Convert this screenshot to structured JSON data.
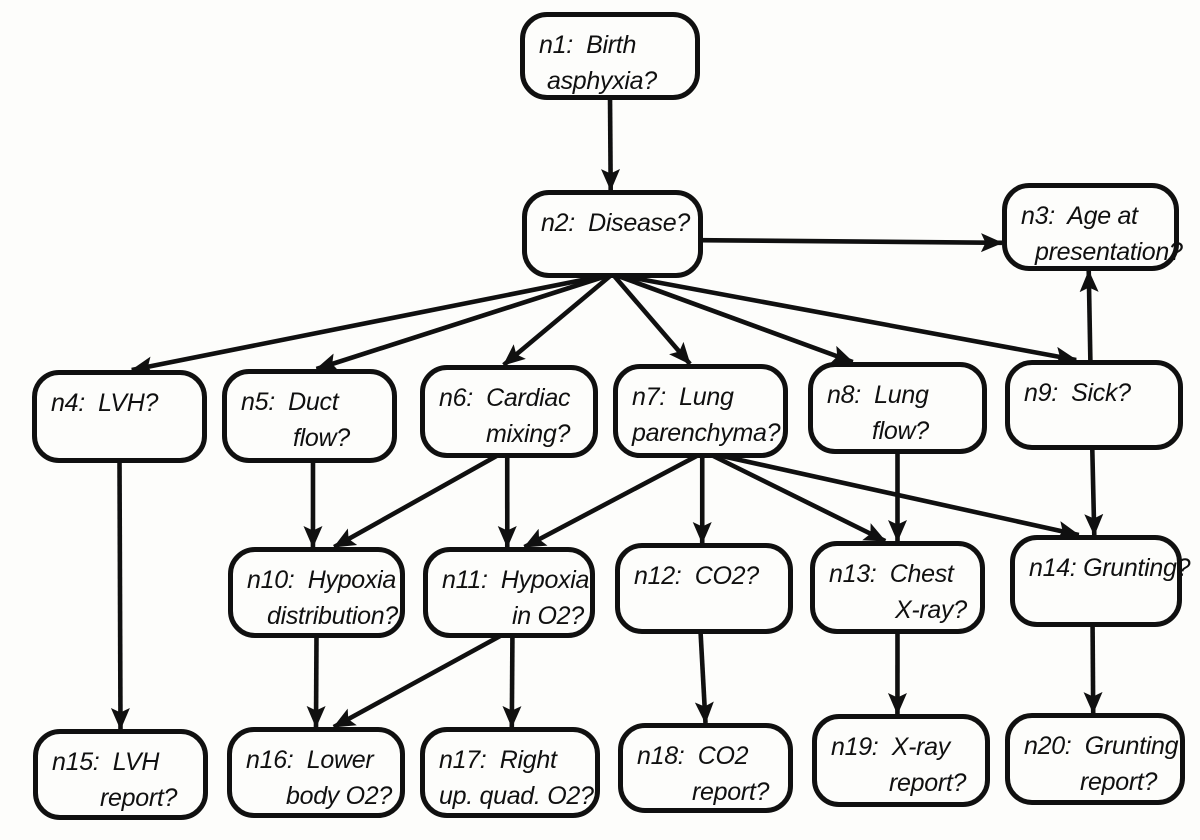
{
  "diagram": {
    "type": "directed-graph",
    "colors": {
      "ink": "#101010",
      "background": "#fdfdfb"
    },
    "nodes": [
      {
        "id": "n1",
        "label": "n1: Birth asphyxia?",
        "lines": [
          "n1:  Birth",
          "asphyxia?"
        ]
      },
      {
        "id": "n2",
        "label": "n2: Disease?",
        "lines": [
          "n2:  Disease?"
        ]
      },
      {
        "id": "n3",
        "label": "n3: Age at presentation?",
        "lines": [
          "n3:  Age at",
          "presentation?"
        ]
      },
      {
        "id": "n4",
        "label": "n4: LVH?",
        "lines": [
          "n4:  LVH?"
        ]
      },
      {
        "id": "n5",
        "label": "n5: Duct flow?",
        "lines": [
          "n5:  Duct",
          "flow?"
        ]
      },
      {
        "id": "n6",
        "label": "n6: Cardiac mixing?",
        "lines": [
          "n6:  Cardiac",
          "mixing?"
        ]
      },
      {
        "id": "n7",
        "label": "n7: Lung parenchyma?",
        "lines": [
          "n7:  Lung",
          "parenchyma?"
        ]
      },
      {
        "id": "n8",
        "label": "n8: Lung flow?",
        "lines": [
          "n8:  Lung",
          "flow?"
        ]
      },
      {
        "id": "n9",
        "label": "n9: Sick?",
        "lines": [
          "n9:  Sick?"
        ]
      },
      {
        "id": "n10",
        "label": "n10: Hypoxia distribution?",
        "lines": [
          "n10:  Hypoxia",
          "distribution?"
        ]
      },
      {
        "id": "n11",
        "label": "n11: Hypoxia in O2?",
        "lines": [
          "n11:  Hypoxia",
          "in O2?"
        ]
      },
      {
        "id": "n12",
        "label": "n12: CO2?",
        "lines": [
          "n12:  CO2?"
        ]
      },
      {
        "id": "n13",
        "label": "n13: Chest X-ray?",
        "lines": [
          "n13:  Chest",
          "X-ray?"
        ]
      },
      {
        "id": "n14",
        "label": "n14: Grunting?",
        "lines": [
          "n14: Grunting?"
        ]
      },
      {
        "id": "n15",
        "label": "n15: LVH report?",
        "lines": [
          "n15:  LVH",
          "report?"
        ]
      },
      {
        "id": "n16",
        "label": "n16: Lower body O2?",
        "lines": [
          "n16:  Lower",
          "body O2?"
        ]
      },
      {
        "id": "n17",
        "label": "n17: Right up. quad. O2?",
        "lines": [
          "n17:  Right",
          "up. quad. O2?"
        ]
      },
      {
        "id": "n18",
        "label": "n18: CO2 report?",
        "lines": [
          "n18:  CO2",
          "report?"
        ]
      },
      {
        "id": "n19",
        "label": "n19: X-ray report?",
        "lines": [
          "n19:  X-ray",
          "report?"
        ]
      },
      {
        "id": "n20",
        "label": "n20: Grunting report?",
        "lines": [
          "n20:  Grunting",
          "report?"
        ]
      }
    ],
    "edges": [
      {
        "from": "n1",
        "to": "n2"
      },
      {
        "from": "n2",
        "to": "n3"
      },
      {
        "from": "n2",
        "to": "n4"
      },
      {
        "from": "n2",
        "to": "n5"
      },
      {
        "from": "n2",
        "to": "n6"
      },
      {
        "from": "n2",
        "to": "n7"
      },
      {
        "from": "n2",
        "to": "n8"
      },
      {
        "from": "n2",
        "to": "n9"
      },
      {
        "from": "n9",
        "to": "n3"
      },
      {
        "from": "n4",
        "to": "n15"
      },
      {
        "from": "n5",
        "to": "n10"
      },
      {
        "from": "n6",
        "to": "n10"
      },
      {
        "from": "n6",
        "to": "n11"
      },
      {
        "from": "n7",
        "to": "n11"
      },
      {
        "from": "n7",
        "to": "n12"
      },
      {
        "from": "n7",
        "to": "n13"
      },
      {
        "from": "n7",
        "to": "n14"
      },
      {
        "from": "n8",
        "to": "n13"
      },
      {
        "from": "n9",
        "to": "n14"
      },
      {
        "from": "n10",
        "to": "n16"
      },
      {
        "from": "n11",
        "to": "n16"
      },
      {
        "from": "n11",
        "to": "n17"
      },
      {
        "from": "n12",
        "to": "n18"
      },
      {
        "from": "n13",
        "to": "n19"
      },
      {
        "from": "n14",
        "to": "n20"
      }
    ]
  }
}
